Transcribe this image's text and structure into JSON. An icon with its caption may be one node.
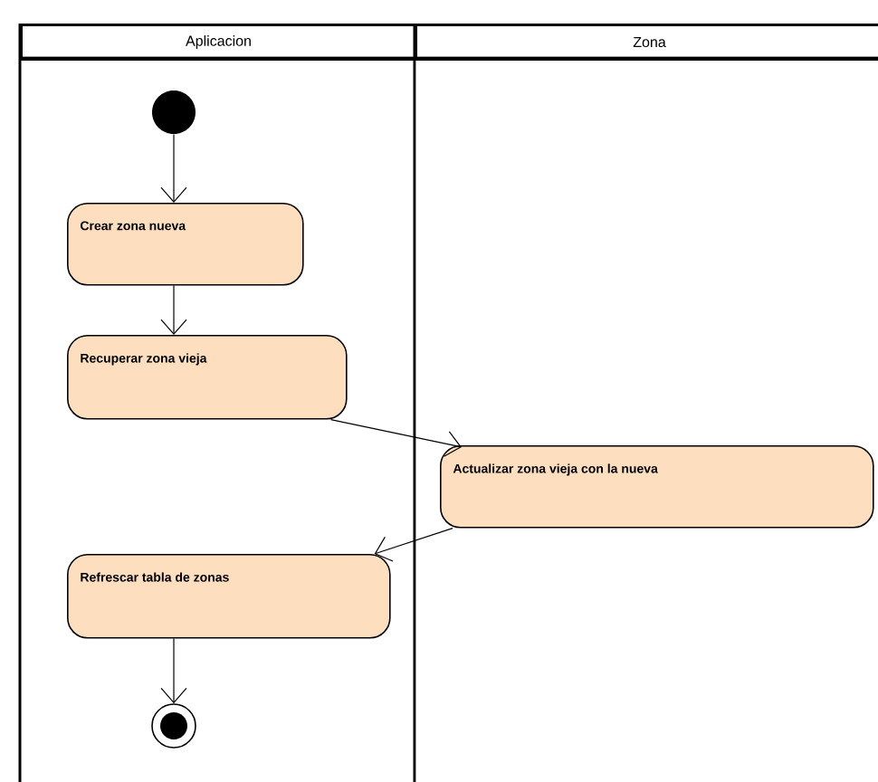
{
  "diagram": {
    "nodes": [
      {
        "text": [
          "Aplicacion"
        ]
      },
      {
        "text": [
          "Zona"
        ]
      },
      {
        "text": [],
        "shape": "circle"
      },
      {
        "text": [
          "Crear zona nueva"
        ]
      },
      {
        "text": [
          "Recuperar zona vieja"
        ]
      },
      {
        "text": [
          "Actualizar zona vieja con la nueva"
        ]
      },
      {
        "text": [
          "Refrescar tabla de zonas"
        ]
      },
      {
        "text": [],
        "shape": "final-circle"
      }
    ],
    "edges": [
      {
        "from": 2,
        "to": 3,
        "arrow": "to"
      },
      {
        "from": 3,
        "to": 4,
        "arrow": "to"
      },
      {
        "from": 4,
        "to": 5,
        "arrow": "to"
      },
      {
        "from": 5,
        "to": 6,
        "arrow": "to"
      },
      {
        "from": 6,
        "to": 7,
        "arrow": "to"
      }
    ]
  }
}
